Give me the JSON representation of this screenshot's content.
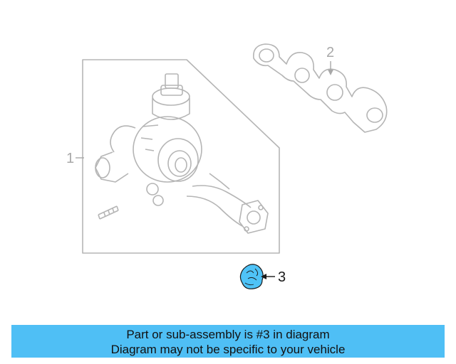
{
  "diagram": {
    "callouts": {
      "turbocharger": "1",
      "gasket": "2",
      "selected_part": "3"
    },
    "highlight_color": "#4fc3f7",
    "line_color": "#b0b0b0"
  },
  "caption": {
    "line1": "Part or sub-assembly is #3 in diagram",
    "line2": "Diagram may not be specific to your vehicle",
    "background_color": "#4fbff5"
  }
}
